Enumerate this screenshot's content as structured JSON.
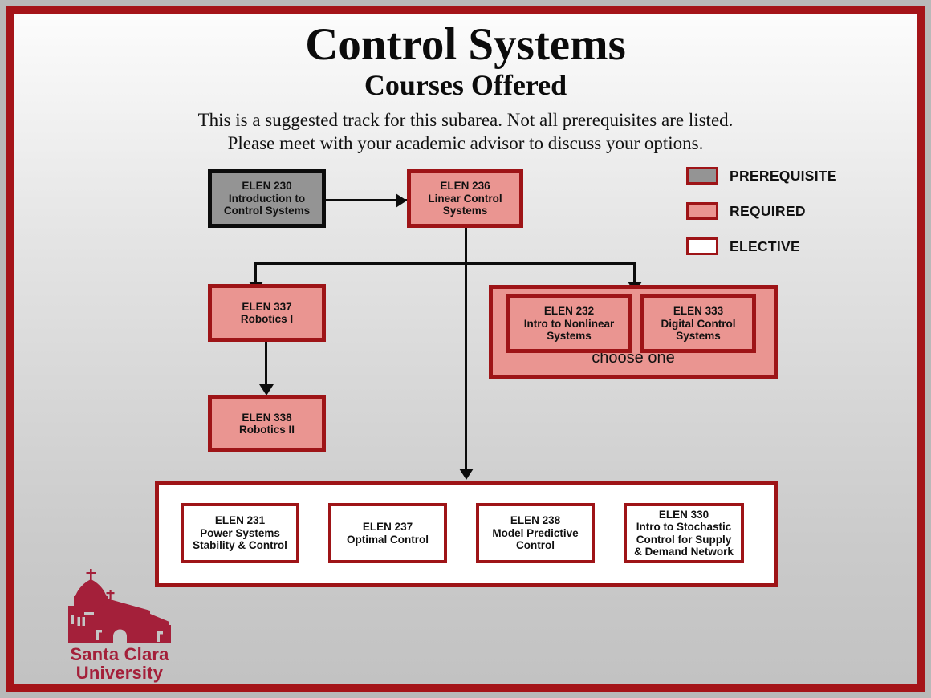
{
  "poster": {
    "title": "Control Systems",
    "subtitle": "Courses Offered",
    "note_line1": "This is a suggested track for this subarea. Not all prerequisites are  listed.",
    "note_line2": "Please meet with your academic advisor to discuss your options."
  },
  "colors": {
    "frame_red": "#a51419",
    "border_red": "#9e1417",
    "required_fill": "#ea9591",
    "prereq_fill": "#949494",
    "elective_fill": "#ffffff",
    "logo_red": "#a4203a",
    "line_black": "#0c0c0c"
  },
  "legend": {
    "items": [
      {
        "label": "PREREQUISITE",
        "swatch": "prereq"
      },
      {
        "label": "REQUIRED",
        "swatch": "required"
      },
      {
        "label": "ELECTIVE",
        "swatch": "elective"
      }
    ]
  },
  "nodes": {
    "elen230": {
      "code": "ELEN 230",
      "l1": "Introduction to",
      "l2": "Control Systems",
      "type": "prereq"
    },
    "elen236": {
      "code": "ELEN 236",
      "l1": "Linear Control",
      "l2": "Systems",
      "type": "required"
    },
    "elen337": {
      "code": "ELEN 337",
      "l1": "Robotics I",
      "l2": "",
      "type": "required"
    },
    "elen338": {
      "code": "ELEN 338",
      "l1": "Robotics II",
      "l2": "",
      "type": "required"
    },
    "elen232": {
      "code": "ELEN 232",
      "l1": "Intro to Nonlinear",
      "l2": "Systems",
      "type": "required"
    },
    "elen333": {
      "code": "ELEN 333",
      "l1": "Digital Control",
      "l2": "Systems",
      "type": "required"
    },
    "elen231": {
      "code": "ELEN 231",
      "l1": "Power Systems",
      "l2": "Stability & Control",
      "l3": "",
      "type": "elective"
    },
    "elen237": {
      "code": "ELEN 237",
      "l1": "Optimal Control",
      "l2": "",
      "l3": "",
      "type": "elective"
    },
    "elen238": {
      "code": "ELEN 238",
      "l1": "Model Predictive",
      "l2": "Control",
      "l3": "",
      "type": "elective"
    },
    "elen330": {
      "code": "ELEN 330",
      "l1": "Intro to Stochastic",
      "l2": "Control for Supply",
      "l3": "& Demand Network",
      "type": "elective"
    }
  },
  "groups": {
    "choose_one_label": "choose one"
  },
  "logo": {
    "line1": "Santa Clara",
    "line2": "University"
  }
}
